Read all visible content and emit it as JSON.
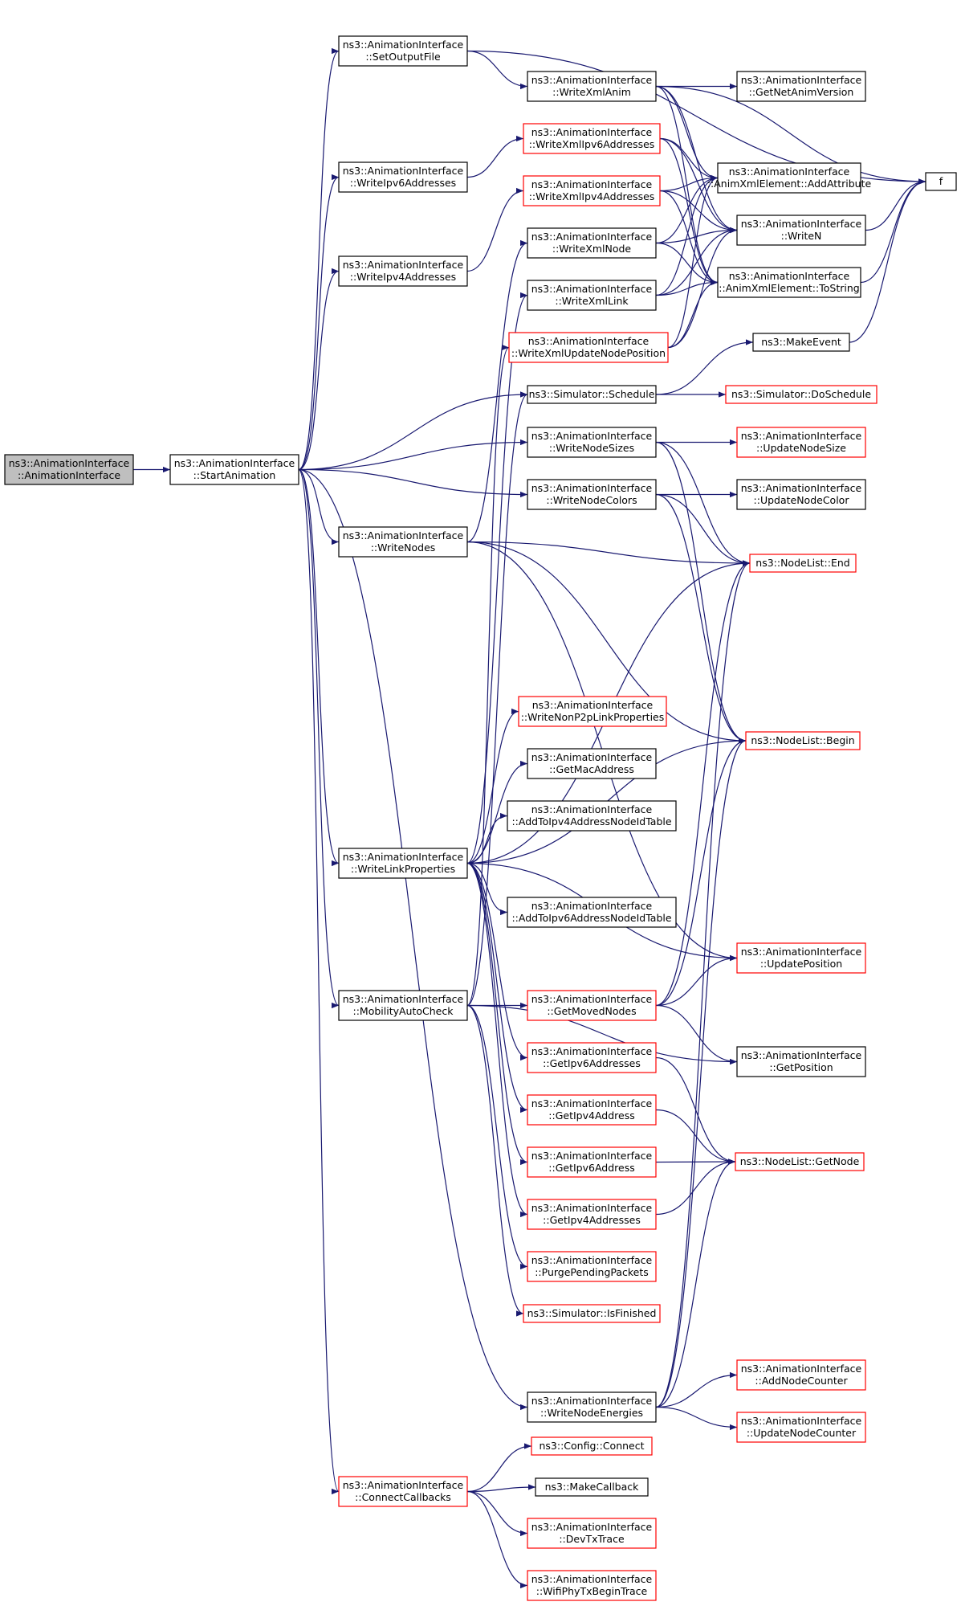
{
  "colors": {
    "edge": "#191970",
    "box_black": "#000000",
    "box_red": "#ff0000",
    "root_fill": "#bfbfbf",
    "box_fill": "#ffffff"
  },
  "nodes": [
    {
      "id": "root",
      "lines": [
        "ns3::AnimationInterface",
        "::AnimationInterface"
      ],
      "style": "root"
    },
    {
      "id": "start",
      "lines": [
        "ns3::AnimationInterface",
        "::StartAnimation"
      ],
      "style": "black"
    },
    {
      "id": "setoutput",
      "lines": [
        "ns3::AnimationInterface",
        "::SetOutputFile"
      ],
      "style": "black"
    },
    {
      "id": "wipv6addr",
      "lines": [
        "ns3::AnimationInterface",
        "::WriteIpv6Addresses"
      ],
      "style": "black"
    },
    {
      "id": "wipv4addr",
      "lines": [
        "ns3::AnimationInterface",
        "::WriteIpv4Addresses"
      ],
      "style": "black"
    },
    {
      "id": "wnodes",
      "lines": [
        "ns3::AnimationInterface",
        "::WriteNodes"
      ],
      "style": "black"
    },
    {
      "id": "wlinkprops",
      "lines": [
        "ns3::AnimationInterface",
        "::WriteLinkProperties"
      ],
      "style": "black"
    },
    {
      "id": "mobility",
      "lines": [
        "ns3::AnimationInterface",
        "::MobilityAutoCheck"
      ],
      "style": "black"
    },
    {
      "id": "connectcb",
      "lines": [
        "ns3::AnimationInterface",
        "::ConnectCallbacks"
      ],
      "style": "red"
    },
    {
      "id": "wxmlanim",
      "lines": [
        "ns3::AnimationInterface",
        "::WriteXmlAnim"
      ],
      "style": "black"
    },
    {
      "id": "wxmlipv6",
      "lines": [
        "ns3::AnimationInterface",
        "::WriteXmlIpv6Addresses"
      ],
      "style": "red"
    },
    {
      "id": "wxmlipv4",
      "lines": [
        "ns3::AnimationInterface",
        "::WriteXmlIpv4Addresses"
      ],
      "style": "red"
    },
    {
      "id": "wxmlnode",
      "lines": [
        "ns3::AnimationInterface",
        "::WriteXmlNode"
      ],
      "style": "black"
    },
    {
      "id": "wxmllink",
      "lines": [
        "ns3::AnimationInterface",
        "::WriteXmlLink"
      ],
      "style": "black"
    },
    {
      "id": "wxmlupd",
      "lines": [
        "ns3::AnimationInterface",
        "::WriteXmlUpdateNodePosition"
      ],
      "style": "red"
    },
    {
      "id": "schedule",
      "lines": [
        "ns3::Simulator::Schedule"
      ],
      "style": "black"
    },
    {
      "id": "wnodesizes",
      "lines": [
        "ns3::AnimationInterface",
        "::WriteNodeSizes"
      ],
      "style": "black"
    },
    {
      "id": "wnodecolors",
      "lines": [
        "ns3::AnimationInterface",
        "::WriteNodeColors"
      ],
      "style": "black"
    },
    {
      "id": "wnonp2p",
      "lines": [
        "ns3::AnimationInterface",
        "::WriteNonP2pLinkProperties"
      ],
      "style": "red"
    },
    {
      "id": "getmac",
      "lines": [
        "ns3::AnimationInterface",
        "::GetMacAddress"
      ],
      "style": "black"
    },
    {
      "id": "addipv4tbl",
      "lines": [
        "ns3::AnimationInterface",
        "::AddToIpv4AddressNodeIdTable"
      ],
      "style": "black"
    },
    {
      "id": "addipv6tbl",
      "lines": [
        "ns3::AnimationInterface",
        "::AddToIpv6AddressNodeIdTable"
      ],
      "style": "black"
    },
    {
      "id": "getmoved",
      "lines": [
        "ns3::AnimationInterface",
        "::GetMovedNodes"
      ],
      "style": "red"
    },
    {
      "id": "getipv6addrs",
      "lines": [
        "ns3::AnimationInterface",
        "::GetIpv6Addresses"
      ],
      "style": "red"
    },
    {
      "id": "getipv4addr",
      "lines": [
        "ns3::AnimationInterface",
        "::GetIpv4Address"
      ],
      "style": "red"
    },
    {
      "id": "getipv6addr",
      "lines": [
        "ns3::AnimationInterface",
        "::GetIpv6Address"
      ],
      "style": "red"
    },
    {
      "id": "getipv4addrs",
      "lines": [
        "ns3::AnimationInterface",
        "::GetIpv4Addresses"
      ],
      "style": "red"
    },
    {
      "id": "purge",
      "lines": [
        "ns3::AnimationInterface",
        "::PurgePendingPackets"
      ],
      "style": "red"
    },
    {
      "id": "isfinished",
      "lines": [
        "ns3::Simulator::IsFinished"
      ],
      "style": "red"
    },
    {
      "id": "wnodeenergies",
      "lines": [
        "ns3::AnimationInterface",
        "::WriteNodeEnergies"
      ],
      "style": "black"
    },
    {
      "id": "cfgconnect",
      "lines": [
        "ns3::Config::Connect"
      ],
      "style": "red"
    },
    {
      "id": "makecallback",
      "lines": [
        "ns3::MakeCallback"
      ],
      "style": "black"
    },
    {
      "id": "devtx",
      "lines": [
        "ns3::AnimationInterface",
        "::DevTxTrace"
      ],
      "style": "red"
    },
    {
      "id": "wifiphy",
      "lines": [
        "ns3::AnimationInterface",
        "::WifiPhyTxBeginTrace"
      ],
      "style": "red"
    },
    {
      "id": "getnetanim",
      "lines": [
        "ns3::AnimationInterface",
        "::GetNetAnimVersion"
      ],
      "style": "black"
    },
    {
      "id": "addattr",
      "lines": [
        "ns3::AnimationInterface",
        "::AnimXmlElement::AddAttribute"
      ],
      "style": "black"
    },
    {
      "id": "writen",
      "lines": [
        "ns3::AnimationInterface",
        "::WriteN"
      ],
      "style": "black"
    },
    {
      "id": "tostring",
      "lines": [
        "ns3::AnimationInterface",
        "::AnimXmlElement::ToString"
      ],
      "style": "black"
    },
    {
      "id": "makeevent",
      "lines": [
        "ns3::MakeEvent"
      ],
      "style": "black"
    },
    {
      "id": "doschedule",
      "lines": [
        "ns3::Simulator::DoSchedule"
      ],
      "style": "red"
    },
    {
      "id": "updnodesize",
      "lines": [
        "ns3::AnimationInterface",
        "::UpdateNodeSize"
      ],
      "style": "red"
    },
    {
      "id": "updnodecolor",
      "lines": [
        "ns3::AnimationInterface",
        "::UpdateNodeColor"
      ],
      "style": "black"
    },
    {
      "id": "nlend",
      "lines": [
        "ns3::NodeList::End"
      ],
      "style": "red"
    },
    {
      "id": "nlbegin",
      "lines": [
        "ns3::NodeList::Begin"
      ],
      "style": "red"
    },
    {
      "id": "updpos",
      "lines": [
        "ns3::AnimationInterface",
        "::UpdatePosition"
      ],
      "style": "red"
    },
    {
      "id": "getpos",
      "lines": [
        "ns3::AnimationInterface",
        "::GetPosition"
      ],
      "style": "black"
    },
    {
      "id": "nlgetnode",
      "lines": [
        "ns3::NodeList::GetNode"
      ],
      "style": "red"
    },
    {
      "id": "addnodecounter",
      "lines": [
        "ns3::AnimationInterface",
        "::AddNodeCounter"
      ],
      "style": "red"
    },
    {
      "id": "updnodecounter",
      "lines": [
        "ns3::AnimationInterface",
        "::UpdateNodeCounter"
      ],
      "style": "red"
    },
    {
      "id": "f",
      "lines": [
        "f"
      ],
      "style": "black"
    }
  ],
  "edges": [
    [
      "root",
      "start"
    ],
    [
      "start",
      "setoutput"
    ],
    [
      "start",
      "wipv6addr"
    ],
    [
      "start",
      "wipv4addr"
    ],
    [
      "start",
      "schedule"
    ],
    [
      "start",
      "wnodesizes"
    ],
    [
      "start",
      "wnodecolors"
    ],
    [
      "start",
      "wnodes"
    ],
    [
      "start",
      "wlinkprops"
    ],
    [
      "start",
      "mobility"
    ],
    [
      "start",
      "wnodeenergies"
    ],
    [
      "start",
      "connectcb"
    ],
    [
      "setoutput",
      "wxmlanim"
    ],
    [
      "setoutput",
      "f"
    ],
    [
      "wipv6addr",
      "wxmlipv6"
    ],
    [
      "wipv4addr",
      "wxmlipv4"
    ],
    [
      "wxmlanim",
      "getnetanim"
    ],
    [
      "wxmlanim",
      "f"
    ],
    [
      "wxmlanim",
      "addattr"
    ],
    [
      "wxmlanim",
      "writen"
    ],
    [
      "wxmlanim",
      "tostring"
    ],
    [
      "wxmlipv6",
      "addattr"
    ],
    [
      "wxmlipv6",
      "writen"
    ],
    [
      "wxmlipv6",
      "tostring"
    ],
    [
      "wxmlipv4",
      "addattr"
    ],
    [
      "wxmlipv4",
      "writen"
    ],
    [
      "wxmlipv4",
      "tostring"
    ],
    [
      "wxmlnode",
      "addattr"
    ],
    [
      "wxmlnode",
      "writen"
    ],
    [
      "wxmlnode",
      "tostring"
    ],
    [
      "wxmllink",
      "addattr"
    ],
    [
      "wxmllink",
      "writen"
    ],
    [
      "wxmllink",
      "tostring"
    ],
    [
      "wxmlupd",
      "addattr"
    ],
    [
      "wxmlupd",
      "writen"
    ],
    [
      "wxmlupd",
      "tostring"
    ],
    [
      "writen",
      "f"
    ],
    [
      "tostring",
      "f"
    ],
    [
      "schedule",
      "makeevent"
    ],
    [
      "schedule",
      "doschedule"
    ],
    [
      "makeevent",
      "f"
    ],
    [
      "wnodesizes",
      "updnodesize"
    ],
    [
      "wnodesizes",
      "nlend"
    ],
    [
      "wnodesizes",
      "nlbegin"
    ],
    [
      "wnodecolors",
      "updnodecolor"
    ],
    [
      "wnodecolors",
      "nlend"
    ],
    [
      "wnodecolors",
      "nlbegin"
    ],
    [
      "wnodes",
      "wxmlnode"
    ],
    [
      "wnodes",
      "nlend"
    ],
    [
      "wnodes",
      "nlbegin"
    ],
    [
      "wnodes",
      "updpos"
    ],
    [
      "wlinkprops",
      "wxmllink"
    ],
    [
      "wlinkprops",
      "wnonp2p"
    ],
    [
      "wlinkprops",
      "getmac"
    ],
    [
      "wlinkprops",
      "addipv4tbl"
    ],
    [
      "wlinkprops",
      "addipv6tbl"
    ],
    [
      "wlinkprops",
      "nlend"
    ],
    [
      "wlinkprops",
      "nlbegin"
    ],
    [
      "wlinkprops",
      "updpos"
    ],
    [
      "wlinkprops",
      "getipv6addrs"
    ],
    [
      "wlinkprops",
      "getipv4addr"
    ],
    [
      "wlinkprops",
      "getipv6addr"
    ],
    [
      "wlinkprops",
      "getipv4addrs"
    ],
    [
      "mobility",
      "wxmlupd"
    ],
    [
      "mobility",
      "getmoved"
    ],
    [
      "mobility",
      "purge"
    ],
    [
      "mobility",
      "isfinished"
    ],
    [
      "mobility",
      "schedule"
    ],
    [
      "mobility",
      "getpos"
    ],
    [
      "getmoved",
      "nlend"
    ],
    [
      "getmoved",
      "nlbegin"
    ],
    [
      "getmoved",
      "updpos"
    ],
    [
      "getmoved",
      "getpos"
    ],
    [
      "getipv6addrs",
      "nlgetnode"
    ],
    [
      "getipv4addr",
      "nlgetnode"
    ],
    [
      "getipv6addr",
      "nlgetnode"
    ],
    [
      "getipv4addrs",
      "nlgetnode"
    ],
    [
      "wnodeenergies",
      "nlend"
    ],
    [
      "wnodeenergies",
      "nlbegin"
    ],
    [
      "wnodeenergies",
      "nlgetnode"
    ],
    [
      "wnodeenergies",
      "addnodecounter"
    ],
    [
      "wnodeenergies",
      "updnodecounter"
    ],
    [
      "connectcb",
      "cfgconnect"
    ],
    [
      "connectcb",
      "makecallback"
    ],
    [
      "connectcb",
      "devtx"
    ],
    [
      "connectcb",
      "wifiphy"
    ]
  ]
}
